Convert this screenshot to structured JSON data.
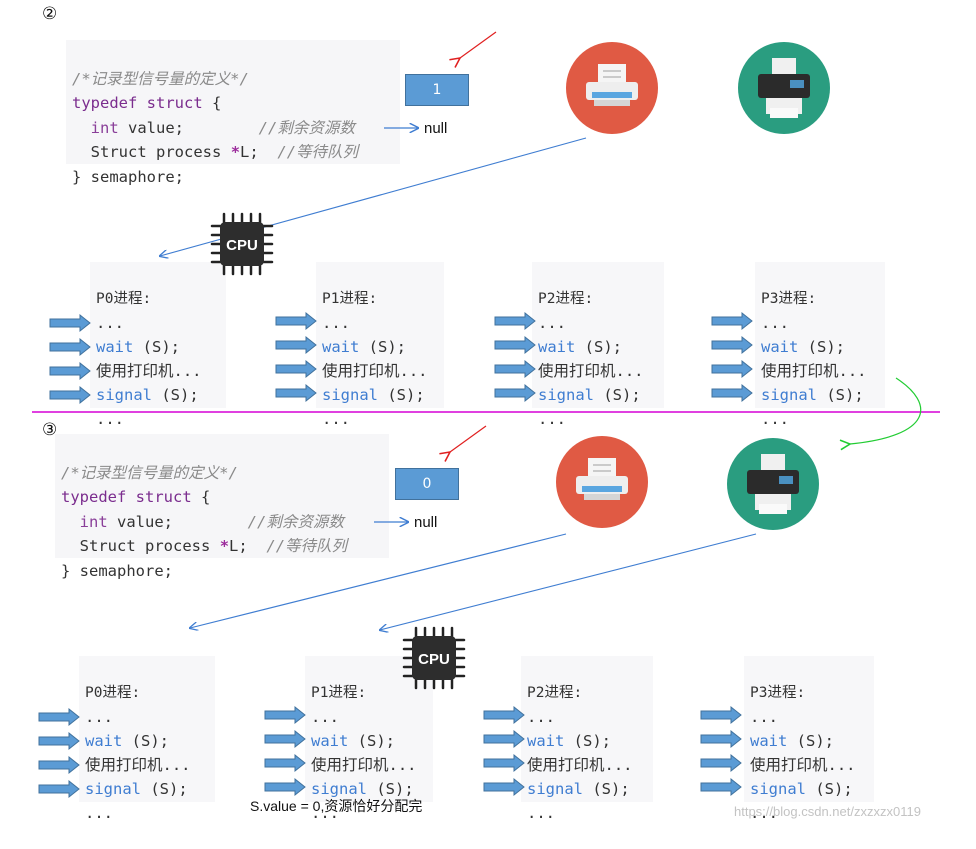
{
  "steps": [
    "②",
    "③"
  ],
  "struct_code": {
    "comment_title": "/*记录型信号量的定义*/",
    "typedef": "typedef",
    "struct_kw": "struct",
    "open_brace": "{",
    "int_kw": "int",
    "value_decl": "value;",
    "value_comment": "//剩余资源数",
    "Struct_kw": "Struct",
    "process_decl": "process",
    "star": "*",
    "L_decl": "L;",
    "queue_comment": "//等待队列",
    "close": "} semaphore;"
  },
  "panels": [
    {
      "value": "1",
      "null_label": "null"
    },
    {
      "value": "0",
      "null_label": "null"
    }
  ],
  "process_code": {
    "titles": [
      "P0进程:",
      "P1进程:",
      "P2进程:",
      "P3进程:"
    ],
    "dots": "...",
    "wait": "wait",
    "wait_args": " (S);",
    "use_printer": "使用打印机...",
    "signal": "signal",
    "signal_args": " (S);"
  },
  "cpu_label": "CPU",
  "note": "S.value = 0,资源恰好分配完",
  "watermark": "https://blog.csdn.net/zxzxzx0119",
  "colors": {
    "arrow_fill": "#5b9bd5",
    "red_arrow": "#e02020",
    "green_arrow": "#22cc33",
    "divider": "#e040e0",
    "printer_red_bg": "#e05a44",
    "printer_green_bg": "#2a9d80"
  }
}
